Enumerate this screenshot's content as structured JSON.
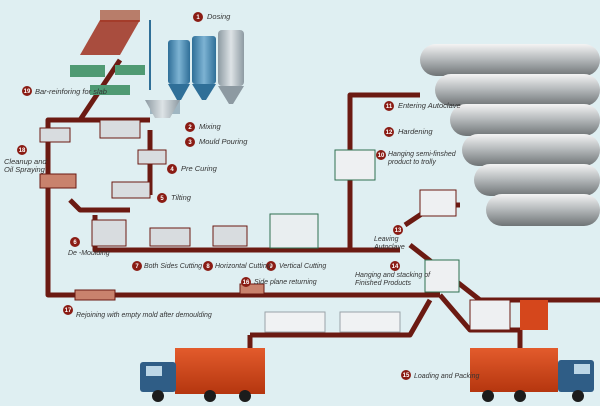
{
  "steps": [
    {
      "num": "1",
      "label": "Dosing"
    },
    {
      "num": "2",
      "label": "Mixing"
    },
    {
      "num": "3",
      "label": "Mould Pouring"
    },
    {
      "num": "4",
      "label": "Pre Curing"
    },
    {
      "num": "5",
      "label": "Tilting"
    },
    {
      "num": "6",
      "label": "De -Moulding"
    },
    {
      "num": "7",
      "label": "Both Sides Cutting"
    },
    {
      "num": "8",
      "label": "Horizontal Cutting"
    },
    {
      "num": "9",
      "label": "Vertical Cutting"
    },
    {
      "num": "10",
      "label": "Hanging semi-finshed product to trolly"
    },
    {
      "num": "11",
      "label": "Entering Autoclave"
    },
    {
      "num": "12",
      "label": "Hardening"
    },
    {
      "num": "13",
      "label": "Leaving Autoclave"
    },
    {
      "num": "14",
      "label": "Hanging and stacking of Finished Products"
    },
    {
      "num": "15",
      "label": "Loading and Packing"
    },
    {
      "num": "16",
      "label": "Side plane returning"
    },
    {
      "num": "17",
      "label": "Rejoining with empty mold after demoulding"
    },
    {
      "num": "18",
      "label": "Cleanup and Oil Spraying"
    },
    {
      "num": "19",
      "label": "Bar-reinforing for slab"
    }
  ],
  "colors": {
    "background": "#dfeff2",
    "conveyor": "#6b1a12",
    "badge": "#8a1c14",
    "silo": "#4d8fb5",
    "truck_cab": "#2f5d86",
    "container": "#d5471c"
  }
}
